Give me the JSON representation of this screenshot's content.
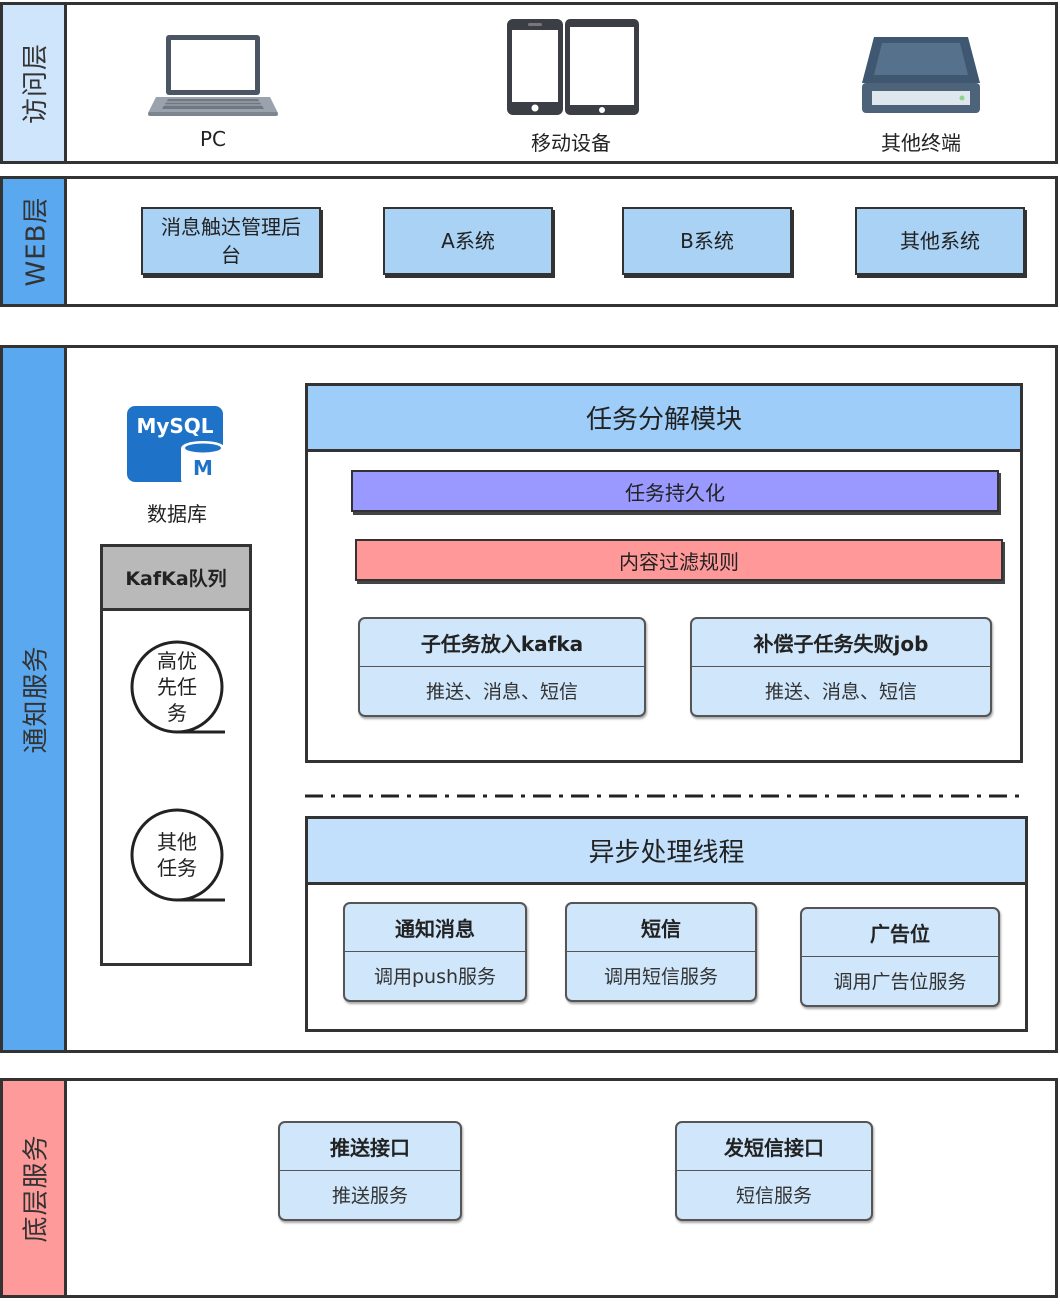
{
  "access_layer": {
    "label": "访问层",
    "devices": [
      {
        "caption": "PC",
        "icon": "laptop-icon"
      },
      {
        "caption": "移动设备",
        "icon": "phone-tablet-icon"
      },
      {
        "caption": "其他终端",
        "icon": "scanner-icon"
      }
    ]
  },
  "web_layer": {
    "label": "WEB层",
    "systems": [
      "消息触达管理后台",
      "A系统",
      "B系统",
      "其他系统"
    ]
  },
  "notify_service": {
    "label": "通知服务",
    "database": {
      "logo_text": "MySQL",
      "logo_badge": "M",
      "caption": "数据库",
      "icon": "mysql-icon"
    },
    "kafka_queue": {
      "title": "KafKa队列",
      "items": [
        "高优先任务",
        "其他任务"
      ]
    },
    "task_module": {
      "title": "任务分解模块",
      "bars": [
        {
          "label": "任务持久化",
          "color": "#9999ff"
        },
        {
          "label": "内容过滤规则",
          "color": "#ff9999"
        }
      ],
      "cards": [
        {
          "title": "子任务放入kafka",
          "sub": "推送、消息、短信"
        },
        {
          "title": "补偿子任务失败job",
          "sub": "推送、消息、短信"
        }
      ]
    },
    "async_module": {
      "title": "异步处理线程",
      "cards": [
        {
          "title": "通知消息",
          "sub": "调用push服务"
        },
        {
          "title": "短信",
          "sub": "调用短信服务"
        },
        {
          "title": "广告位",
          "sub": "调用广告位服务"
        }
      ]
    }
  },
  "base_service": {
    "label": "底层服务",
    "cards": [
      {
        "title": "推送接口",
        "sub": "推送服务"
      },
      {
        "title": "发短信接口",
        "sub": "短信服务"
      }
    ]
  },
  "colors": {
    "access_label_bg": "#cfe5fb",
    "web_label_bg": "#5aa8f0",
    "notify_label_bg": "#5aa8f0",
    "base_label_bg": "#ff9a9a",
    "box_blue": "#a9d2f5",
    "card_blue": "#cfe6fb"
  }
}
